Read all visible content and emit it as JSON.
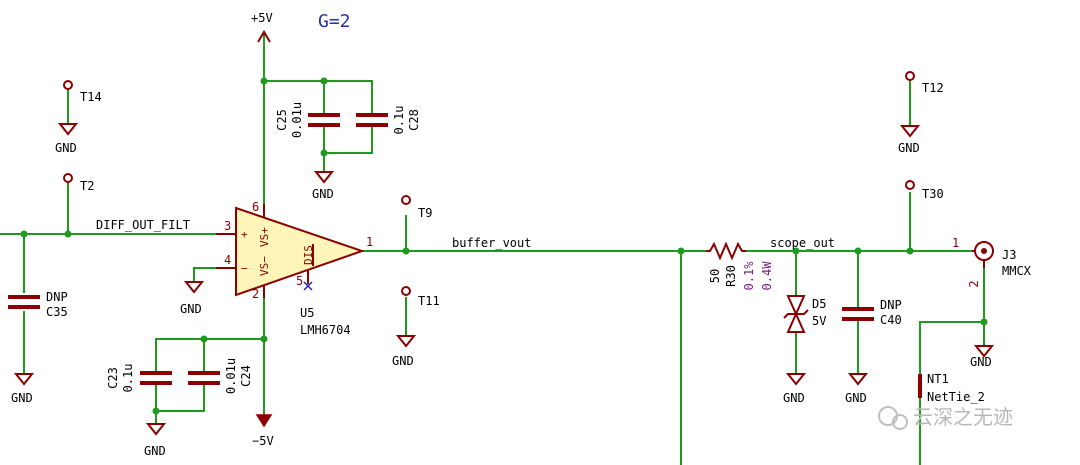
{
  "title": "G=2",
  "supply_pos": "+5V",
  "supply_neg": "−5V",
  "gnd": "GND",
  "nets": {
    "diff_out_filt": "DIFF_OUT_FILT",
    "buffer_vout": "buffer_vout",
    "scope_out": "scope_out"
  },
  "testpoints": {
    "t14": "T14",
    "t2": "T2",
    "t9": "T9",
    "t11": "T11",
    "t12": "T12",
    "t30": "T30"
  },
  "components": {
    "c25": {
      "ref": "C25",
      "value": "0.01u"
    },
    "c28": {
      "ref": "C28",
      "value": "0.1u"
    },
    "c35": {
      "ref": "C35",
      "value": "DNP"
    },
    "c23": {
      "ref": "C23",
      "value": "0.1u"
    },
    "c24": {
      "ref": "C24",
      "value": "0.01u"
    },
    "u5": {
      "ref": "U5",
      "value": "LMH6704",
      "pins": {
        "p3": "3",
        "p4": "4",
        "p6": "6",
        "p2": "2",
        "p5": "5",
        "p1": "1"
      },
      "pin_names": {
        "plus": "+",
        "minus": "−",
        "vsp": "VS+",
        "vsm": "VS−",
        "dis": "DIS"
      }
    },
    "r30": {
      "ref": "R30",
      "value": "50",
      "tol": "0.1%",
      "power": "0.4W"
    },
    "d5": {
      "ref": "D5",
      "value": "5V"
    },
    "c40": {
      "ref": "C40",
      "value": "DNP"
    },
    "j3": {
      "ref": "J3",
      "value": "MMCX",
      "pin1": "1",
      "pin2": "2"
    },
    "nt1": {
      "ref": "NT1",
      "value": "NetTie_2"
    }
  },
  "watermark": "云深之无迹",
  "colors": {
    "wire": "#1f9a1f",
    "component": "#8b0000",
    "opamp_fill": "#fff5b8",
    "title": "#2233aa",
    "attribute": "#7a1f8a"
  }
}
